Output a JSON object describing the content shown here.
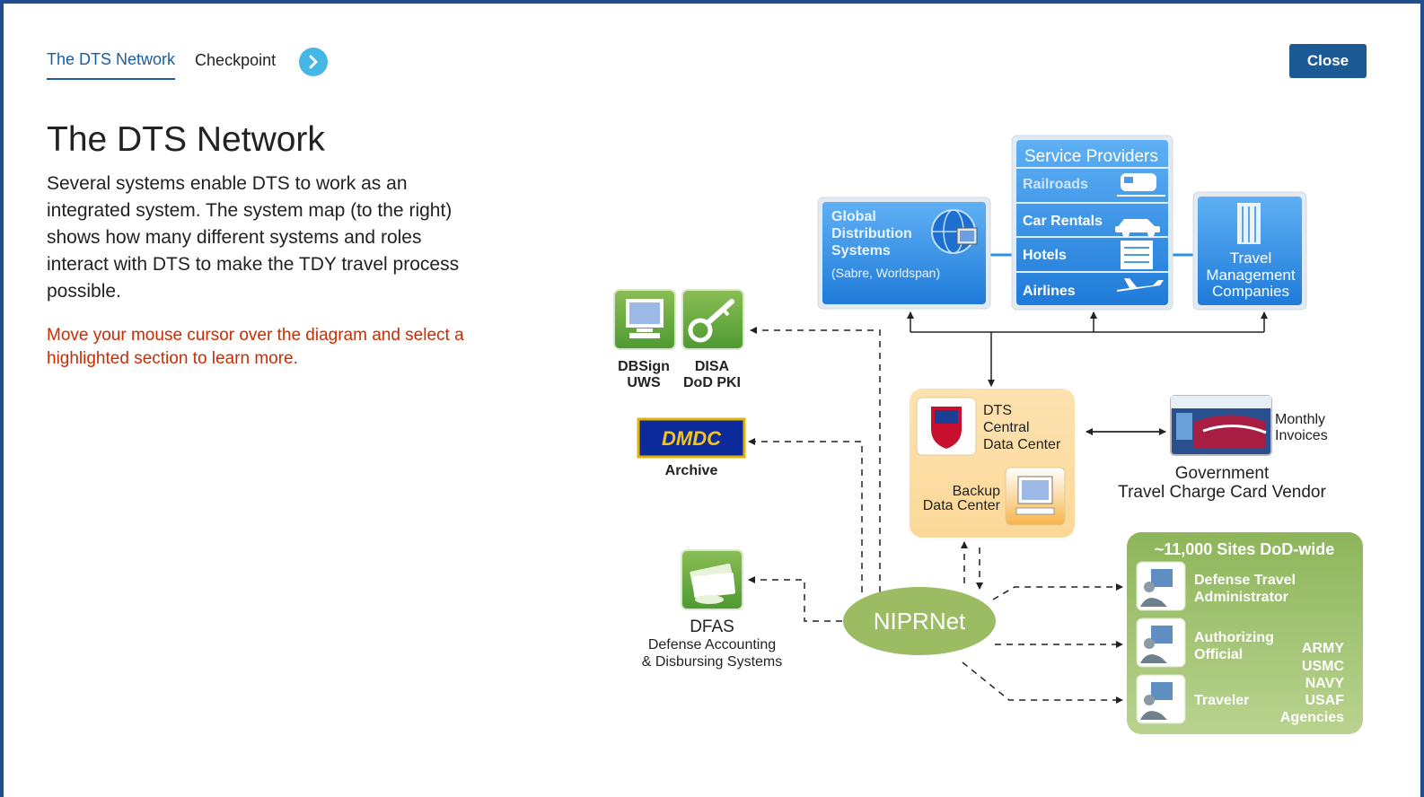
{
  "tabs": [
    {
      "label": "The DTS Network",
      "active": true
    },
    {
      "label": "Checkpoint",
      "active": false
    }
  ],
  "close_label": "Close",
  "title": "The DTS Network",
  "intro": "Several systems enable DTS to work as an integrated system. The system map (to the right) shows how many different systems and roles interact with DTS to make the TDY travel process possible.",
  "instruction": "Move your mouse cursor over the diagram and select a highlighted section to learn more.",
  "diagram": {
    "gds": {
      "line1": "Global",
      "line2": "Distribution",
      "line3": "Systems",
      "sub": "(Sabre, Worldspan)"
    },
    "service_providers": {
      "title": "Service Providers",
      "items": [
        "Railroads",
        "Car Rentals",
        "Hotels",
        "Airlines"
      ]
    },
    "tmc": {
      "line1": "Travel",
      "line2": "Management",
      "line3": "Companies"
    },
    "dbsign": {
      "line1": "DBSign",
      "line2": "UWS"
    },
    "disa": {
      "line1": "DISA",
      "line2": "DoD PKI"
    },
    "dmdc": {
      "logo": "DMDC",
      "label": "Archive"
    },
    "dts_central": {
      "line1": "DTS",
      "line2": "Central",
      "line3": "Data Center"
    },
    "backup": {
      "line1": "Backup",
      "line2": "Data Center"
    },
    "gtcc": {
      "invoice1": "Monthly",
      "invoice2": "Invoices",
      "line1": "Government",
      "line2": "Travel Charge Card Vendor"
    },
    "dfas": {
      "line1": "DFAS",
      "line2": "Defense Accounting",
      "line3": "& Disbursing Systems"
    },
    "niprnet": "NIPRNet",
    "sites": {
      "title": "~11,000 Sites DoD-wide",
      "dta1": "Defense Travel",
      "dta2": "Administrator",
      "ao1": "Authorizing",
      "ao2": "Official",
      "traveler": "Traveler",
      "branches": [
        "ARMY",
        "USMC",
        "NAVY",
        "USAF",
        "Agencies"
      ]
    }
  },
  "colors": {
    "accent": "#1a5fa0",
    "close_bg": "#1b5a94",
    "next_bg": "#45b7e6",
    "instruction": "#cc2b00",
    "blue_box": "#2f8fe3",
    "green_box": "#8db55a",
    "orange_box": "#fde2b0",
    "niprnet": "#9cbc63"
  },
  "icons": [
    "chevron-right-icon",
    "train-icon",
    "car-icon",
    "building-icon",
    "airplane-icon",
    "globe-icon",
    "monitor-icon",
    "key-icon",
    "shield-icon",
    "credit-card-icon",
    "money-icon",
    "person-computer-icon"
  ]
}
